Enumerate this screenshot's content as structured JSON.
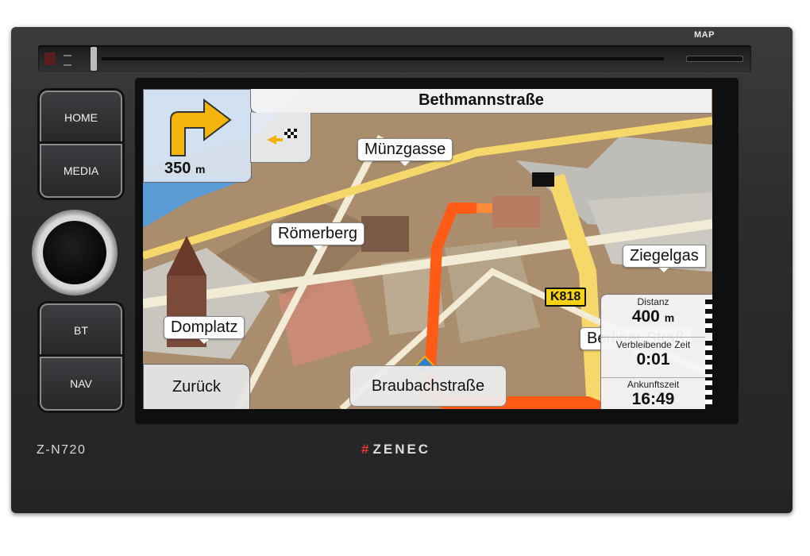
{
  "device": {
    "brand_badge": "MAP",
    "model": "Z-N720",
    "logo": "ZENEC",
    "buttons": {
      "home": "HOME",
      "media": "MEDIA",
      "bt": "BT",
      "nav": "NAV"
    }
  },
  "navigation": {
    "next_street": "Bethmannstraße",
    "turn_distance": "350",
    "turn_distance_unit": "m",
    "turn_icon": "turn-right-arrow-icon",
    "current_street": "Braubachstraße",
    "back_label": "Zurück",
    "road_badge": "K818",
    "poi_labels": [
      "Münzgasse",
      "Römerberg",
      "Domplatz",
      "Ziegelgas",
      "Berliner Straß"
    ],
    "info": {
      "distance_label": "Distanz",
      "distance_value": "400",
      "distance_unit": "m",
      "remaining_label": "Verbleibende Zeit",
      "remaining_value": "0:01",
      "arrival_label": "Ankunftszeit",
      "arrival_value": "16:49"
    }
  },
  "colors": {
    "route": "#ff5a16",
    "accent_arrow": "#f2b40d",
    "position_marker": "#2f7fd0",
    "bezel": "#2b2c2e"
  }
}
